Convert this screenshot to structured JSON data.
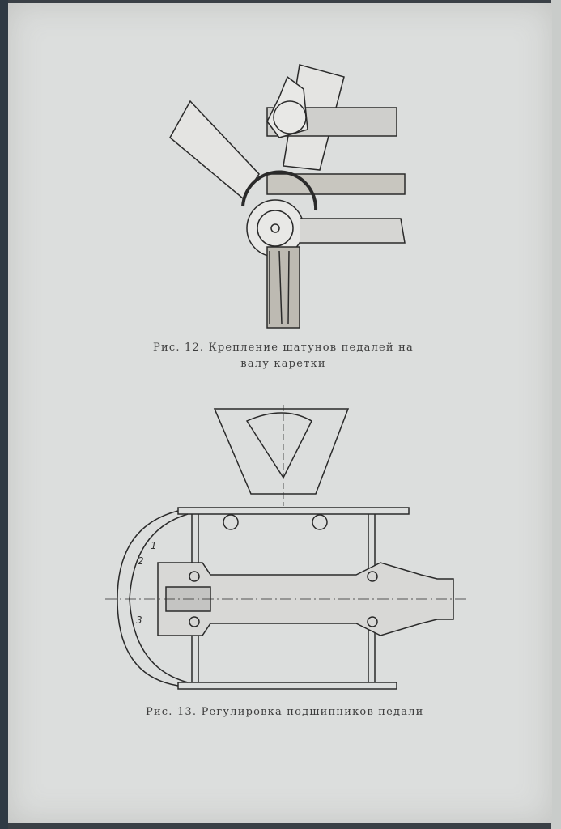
{
  "figure12": {
    "caption_line1": "Рис. 12. Крепление шатунов педалей на",
    "caption_line2": "валу каретки"
  },
  "figure13": {
    "caption": "Рис. 13. Регулировка подшипников педали",
    "labels": [
      "1",
      "2",
      "3"
    ]
  }
}
